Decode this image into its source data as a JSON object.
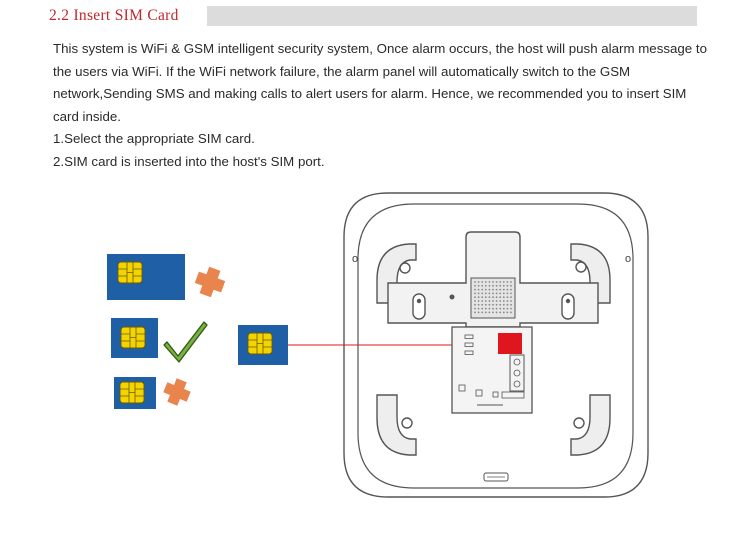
{
  "section": {
    "title": "2.2 Insert SIM Card"
  },
  "body": {
    "paragraph": "This system is WiFi & GSM intelligent security system, Once alarm occurs, the host will push alarm message to the users via WiFi. If the WiFi network failure, the alarm panel will automatically switch to the GSM network,Sending SMS and making calls to alert users for alarm. Hence, we recommended you to insert SIM card inside.",
    "step1": "1.Select the appropriate SIM card.",
    "step2": "2.SIM card is inserted into the host's SIM port."
  },
  "figure": {
    "left_mark": "o",
    "right_mark": "o",
    "colors": {
      "sim_blue": "#1f5fa6",
      "chip_gold": "#f3d400",
      "cross_orange": "#e9844d",
      "check_green": "#79b043",
      "slot_red": "#e0161e",
      "line_red": "#e0161e",
      "device_outline": "#555555"
    },
    "icons": [
      "sim-card-icon",
      "cross-icon",
      "check-icon",
      "keyhole-icon"
    ]
  }
}
